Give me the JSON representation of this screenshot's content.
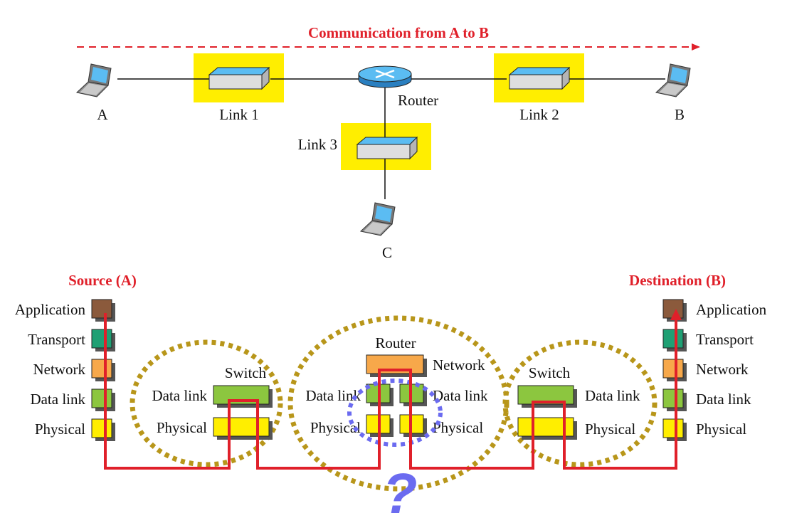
{
  "top": {
    "title": "Communication from A to B",
    "nodes": {
      "A": "A",
      "B": "B",
      "C": "C",
      "link1": "Link 1",
      "link2": "Link 2",
      "link3": "Link 3",
      "router": "Router"
    }
  },
  "bottom": {
    "source_title": "Source (A)",
    "destination_title": "Destination (B)",
    "source_layers": [
      "Application",
      "Transport",
      "Network",
      "Data link",
      "Physical"
    ],
    "destination_layers": [
      "Application",
      "Transport",
      "Network",
      "Data link",
      "Physical"
    ],
    "switch1": {
      "title": "Switch",
      "datalink": "Data link",
      "physical": "Physical"
    },
    "router": {
      "title": "Router",
      "network": "Network",
      "datalink_left": "Data link",
      "datalink_right": "Data link",
      "physical_left": "Physical",
      "physical_right": "Physical"
    },
    "switch2": {
      "title": "Switch",
      "datalink": "Data link",
      "physical": "Physical"
    },
    "question": "?"
  },
  "colors": {
    "accent_red": "#e0202a",
    "link_highlight": "#ffee00",
    "application": "#8b5a3c",
    "transport": "#1fa074",
    "network": "#f7a84a",
    "datalink": "#8cc63f",
    "physical": "#ffee00",
    "dotted_circle": "#b8961a",
    "question_circle": "#6b6bf0"
  }
}
